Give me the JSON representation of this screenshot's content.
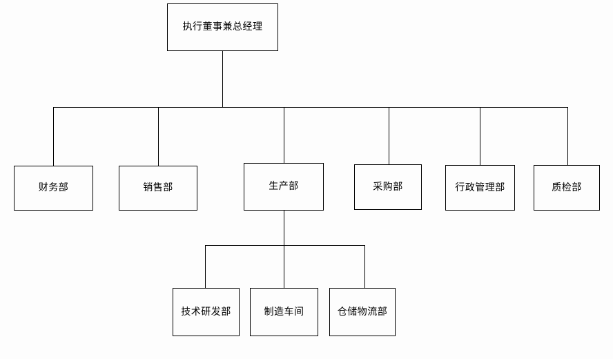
{
  "diagram": {
    "type": "organization-chart",
    "title": "",
    "background_color": "#fdfdfd",
    "line_color": "#000000",
    "box_fill_color": "#fdfdfd",
    "text_color": "#000000",
    "levels": 3,
    "root": {
      "id": "executive-director-general-manager",
      "label": "执行董事兼总经理",
      "level": 0
    },
    "level1": [
      {
        "id": "finance-department",
        "label": "财务部",
        "level": 1
      },
      {
        "id": "sales-department",
        "label": "销售部",
        "level": 1
      },
      {
        "id": "production-department",
        "label": "生产部",
        "level": 1
      },
      {
        "id": "purchasing-department",
        "label": "采购部",
        "level": 1
      },
      {
        "id": "administration-department",
        "label": "行政管理部",
        "level": 1
      },
      {
        "id": "quality-inspection-department",
        "label": "质检部",
        "level": 1
      }
    ],
    "level2": [
      {
        "id": "technology-rnd-department",
        "label": "技术研发部",
        "level": 2,
        "parent": "production-department"
      },
      {
        "id": "manufacturing-workshop",
        "label": "制造车间",
        "level": 2,
        "parent": "production-department"
      },
      {
        "id": "warehouse-logistics-department",
        "label": "仓储物流部",
        "level": 2,
        "parent": "production-department"
      }
    ]
  }
}
